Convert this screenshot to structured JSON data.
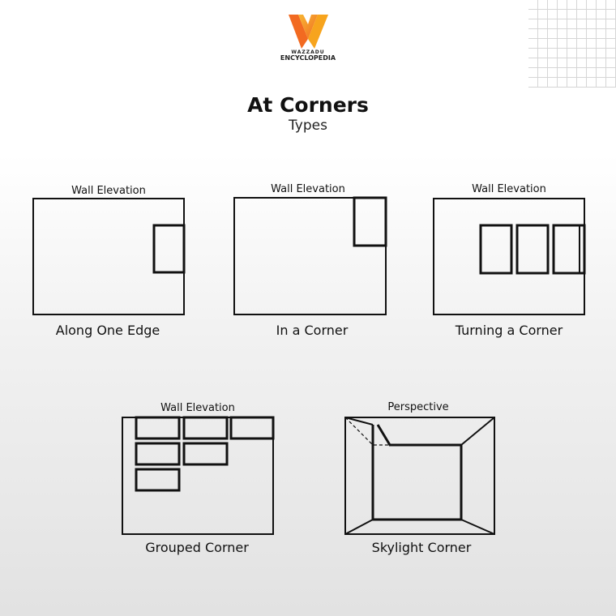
{
  "brand": {
    "line1": "WAZZADU",
    "line2": "ENCYCLOPEDIA"
  },
  "title": "At Corners",
  "subtitle": "Types",
  "diagrams": [
    {
      "view_label": "Wall Elevation",
      "caption": "Along One Edge"
    },
    {
      "view_label": "Wall Elevation",
      "caption": "In a Corner"
    },
    {
      "view_label": "Wall Elevation",
      "caption": "Turning a Corner"
    },
    {
      "view_label": "Wall Elevation",
      "caption": "Grouped Corner"
    },
    {
      "view_label": "Perspective",
      "caption": "Skylight Corner"
    }
  ]
}
